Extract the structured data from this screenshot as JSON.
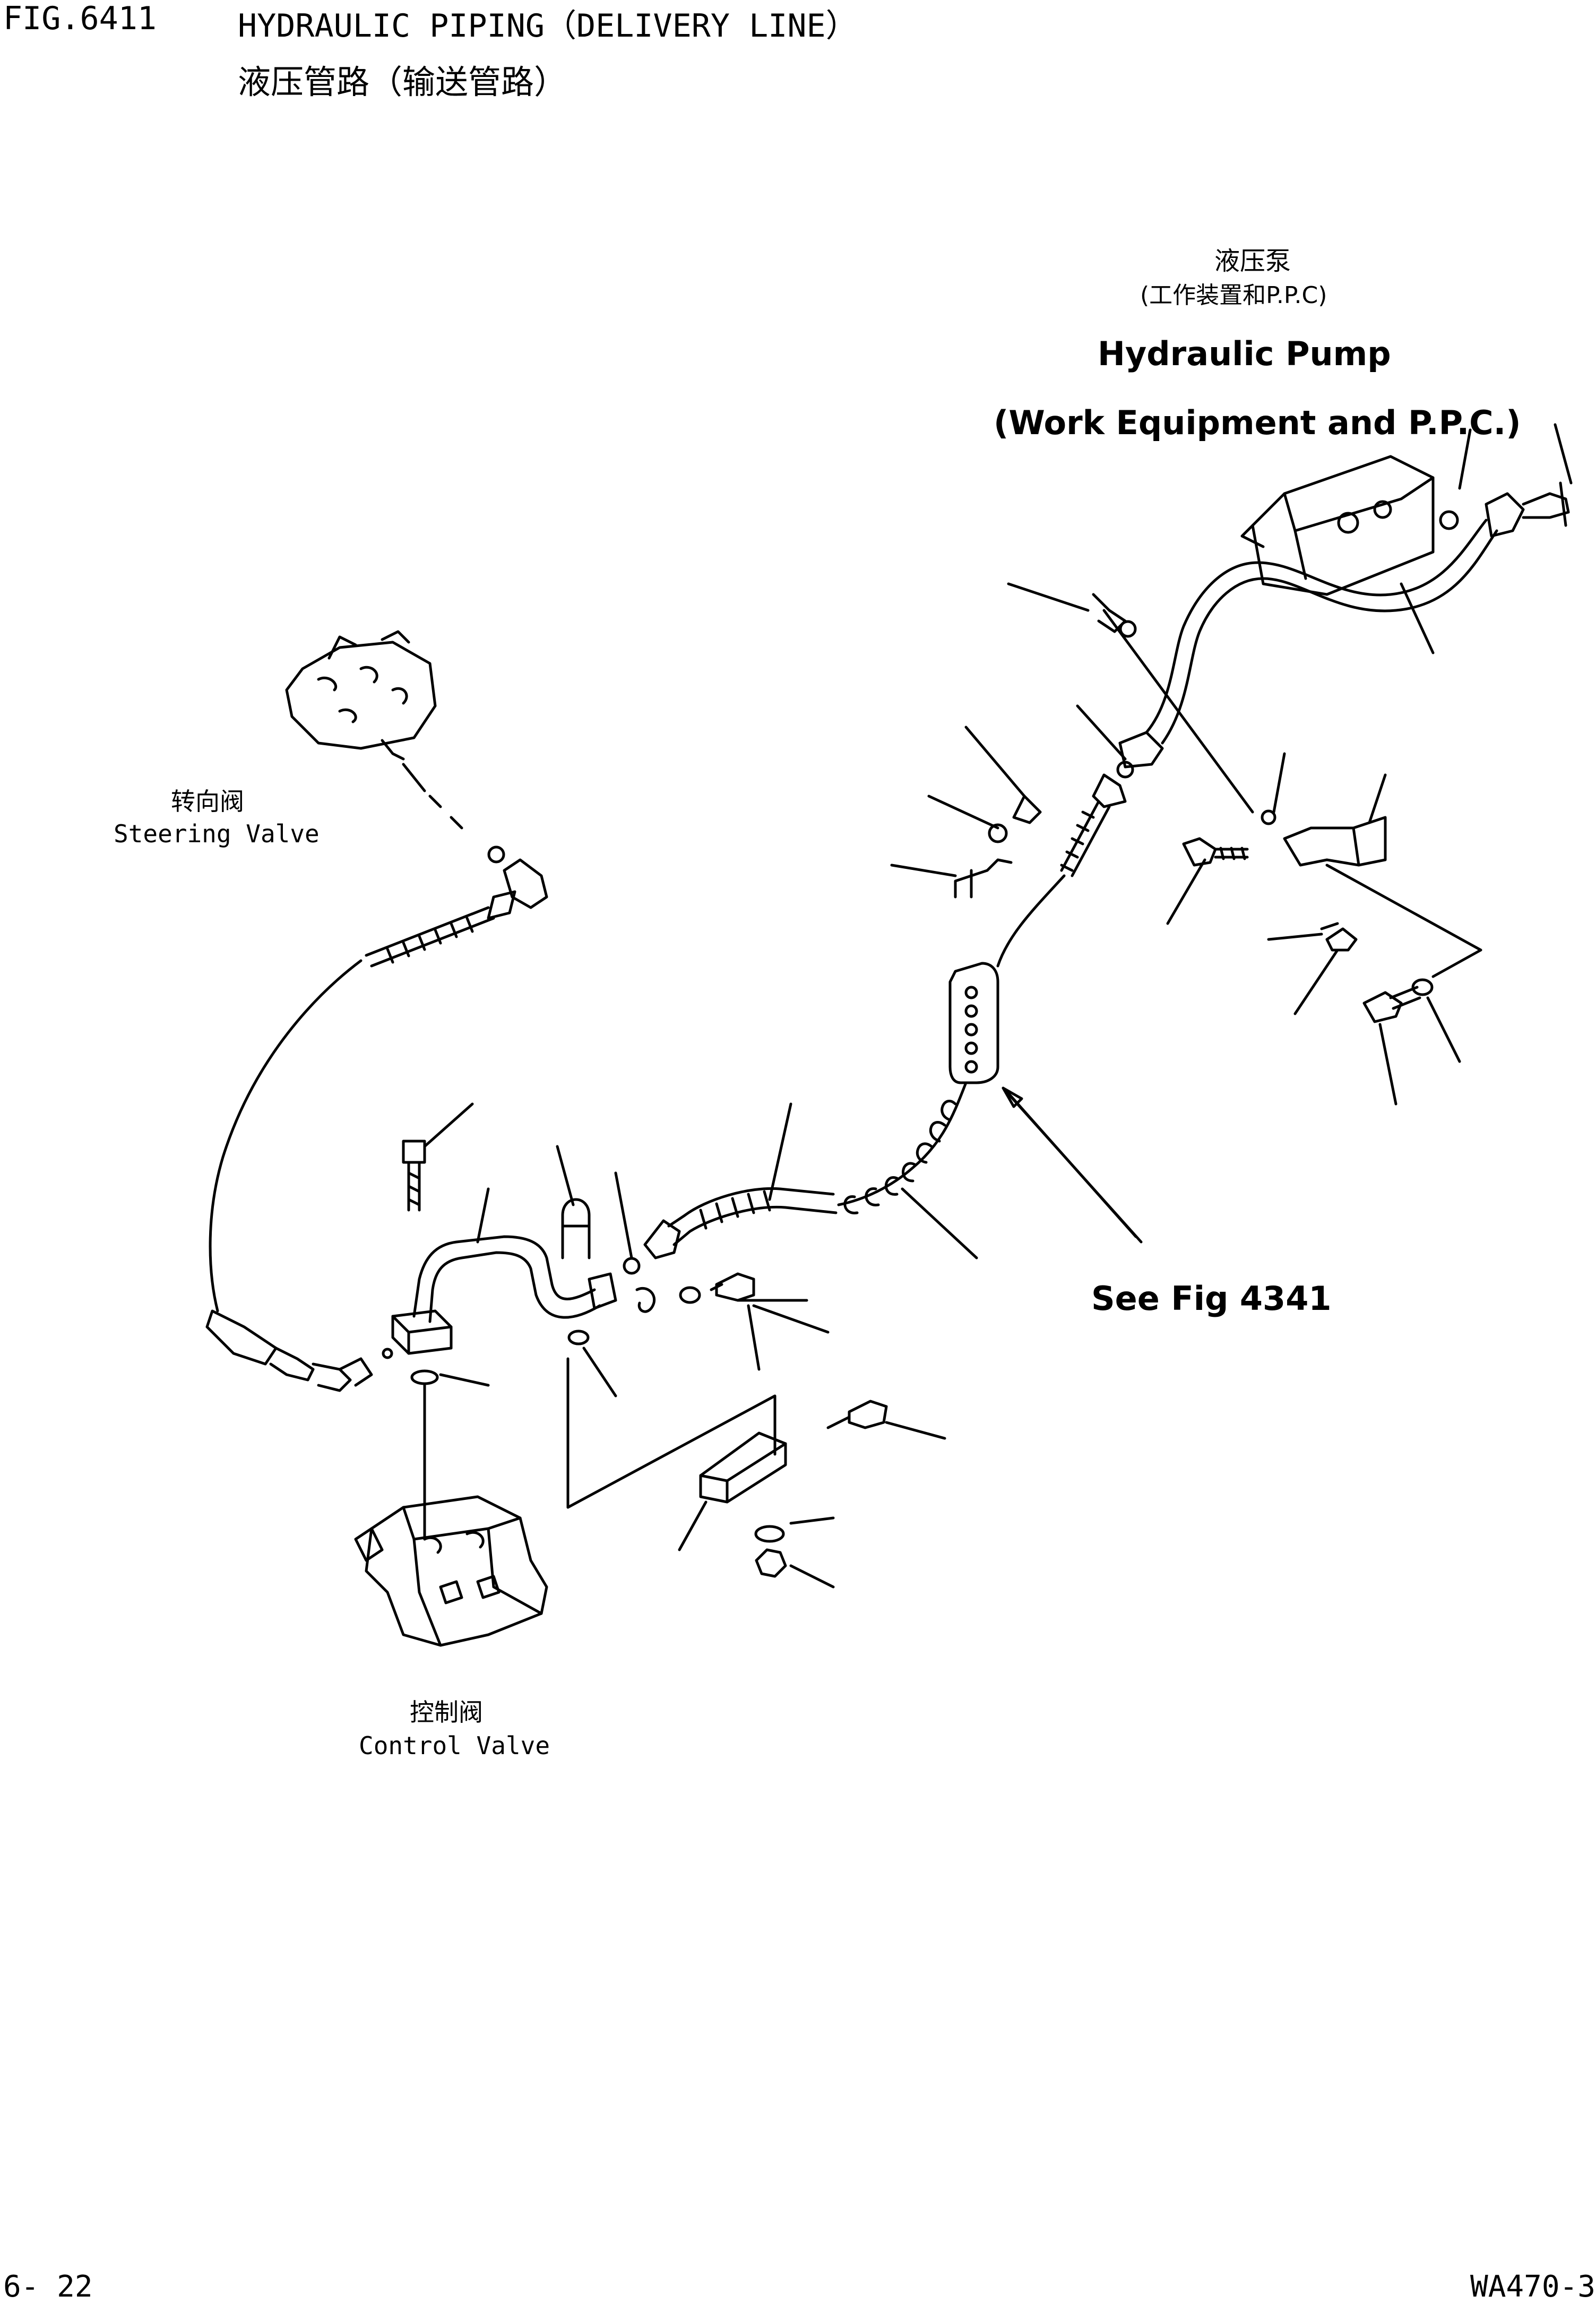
{
  "header": {
    "fig_no": "FIG.6411",
    "title_en": "HYDRAULIC PIPING（DELIVERY LINE）",
    "title_cn": "液压管路（输送管路）"
  },
  "labels": {
    "pump_cn": "液压泵",
    "pump_cn_sub": "(工作装置和P.P.C)",
    "pump_en": "Hydraulic Pump",
    "pump_en_sub": "(Work Equipment and P.P.C.)",
    "steering_cn": "转向阀",
    "steering_en": "Steering Valve",
    "control_cn": "控制阀",
    "control_en": "Control Valve",
    "see_fig": "See Fig 4341"
  },
  "footer": {
    "page": "6- 22",
    "model": "WA470-3"
  }
}
